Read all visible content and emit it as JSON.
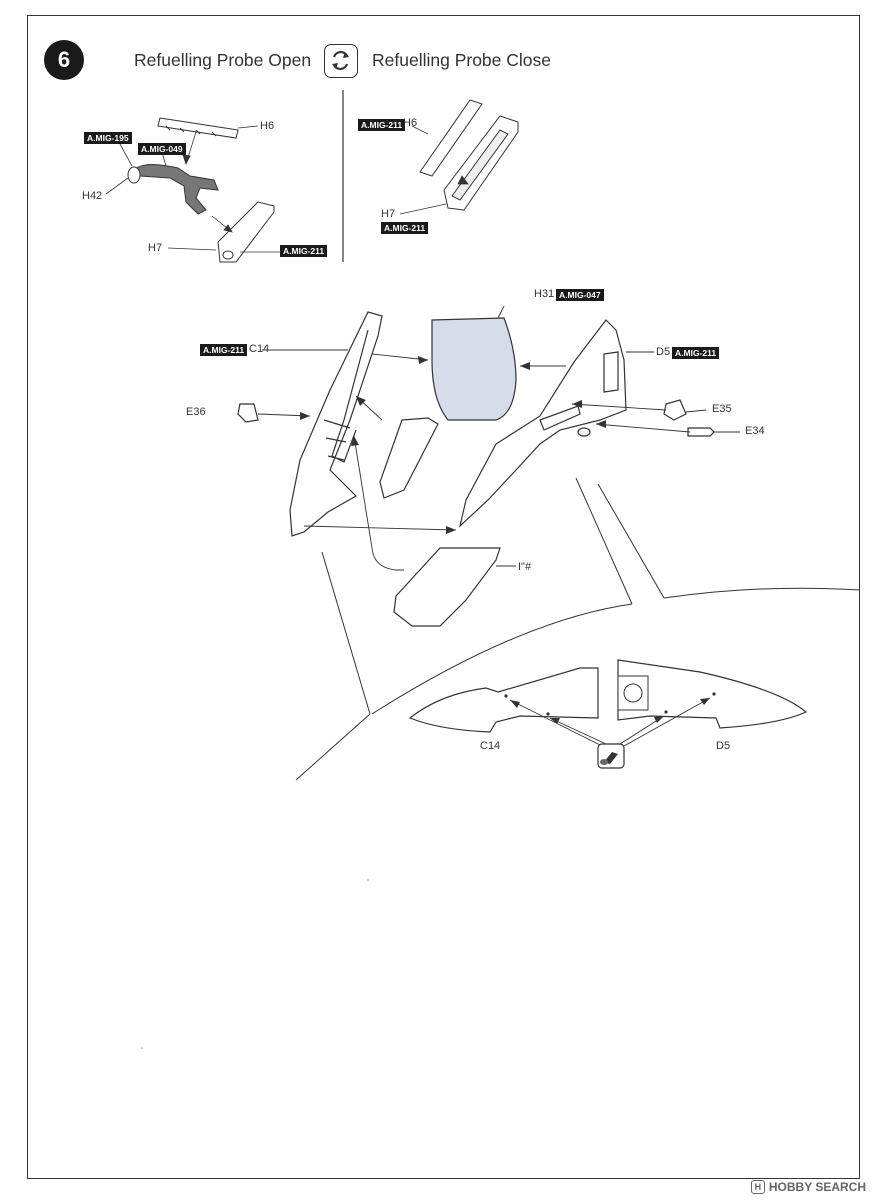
{
  "step": {
    "number": "6"
  },
  "header": {
    "open_label": "Refuelling Probe Open",
    "close_label": "Refuelling Probe Close"
  },
  "icons": {
    "swap": "rotate-swap-icon",
    "glue": "glue-brush-icon",
    "watermark": "hobby-search-logo-icon"
  },
  "labels": {
    "h6_left": "H6",
    "h42": "H42",
    "h7_left": "H7",
    "h6_right": "H6",
    "h7_right": "H7",
    "h31": "H31",
    "c14_main": "C14",
    "d5_main": "D5",
    "e36": "E36",
    "e35": "E35",
    "e34": "E34",
    "i_part": "I\"#",
    "c14_detail": "C14",
    "d5_detail": "D5"
  },
  "paint_tags": {
    "mig195": "A.MIG-195",
    "mig049": "A.MIG-049",
    "mig211_h7_left": "A.MIG-211",
    "mig211_h6_right": "A.MIG-211",
    "mig211_h7_right": "A.MIG-211",
    "mig047_h31": "A.MIG-047",
    "mig211_c14": "A.MIG-211",
    "mig211_d5": "A.MIG-211"
  },
  "watermark": {
    "text": "HOBBY SEARCH"
  },
  "colors": {
    "canopy_fill": "#d6dce9",
    "tag_bg": "#1a1a1a",
    "line": "#333333"
  }
}
